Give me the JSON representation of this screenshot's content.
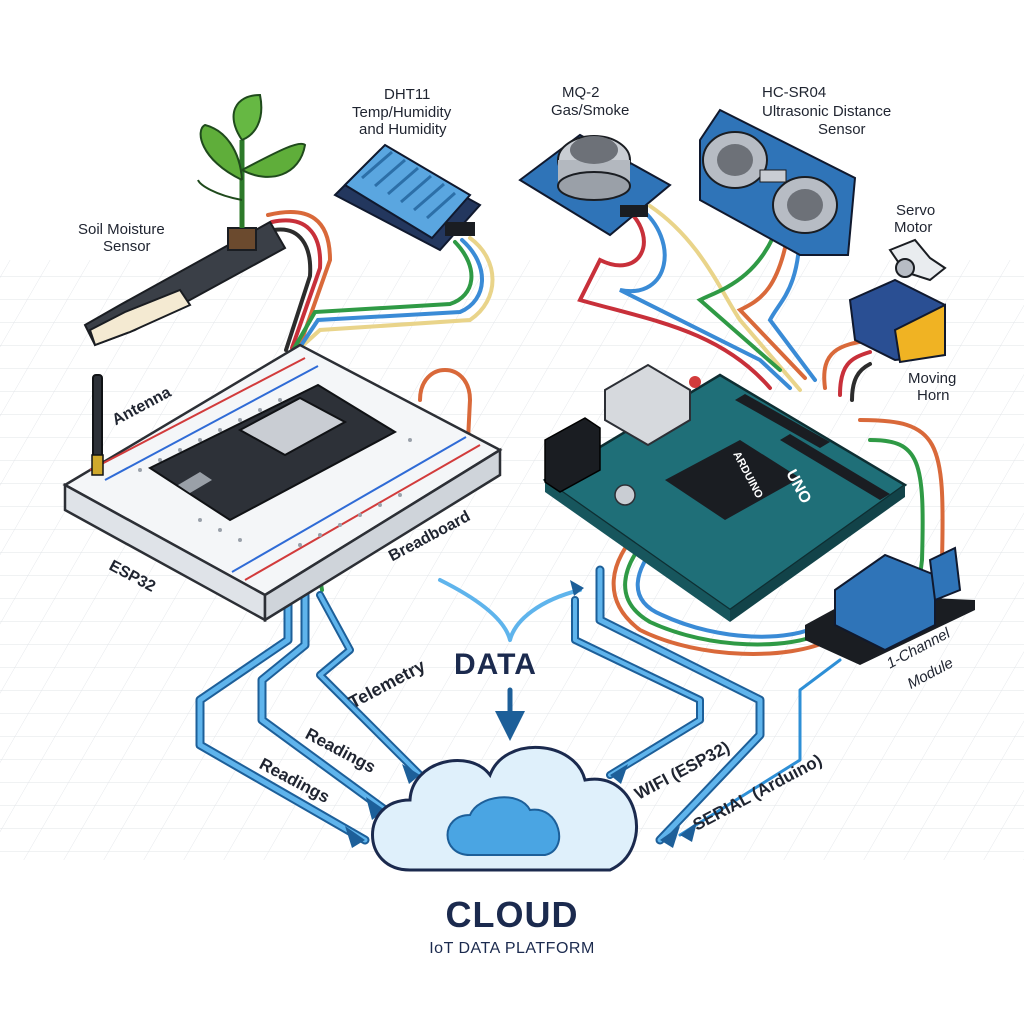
{
  "labels": {
    "dht11": "DHT11",
    "dht11_desc1": "Temp/Humidity",
    "dht11_desc2": "and Humidity",
    "mq2": "MQ-2",
    "mq2_desc": "Gas/Smoke",
    "hcsr04": "HC-SR04",
    "hcsr04_desc1": "Ultrasonic Distance",
    "hcsr04_desc2": "Sensor",
    "soil1": "Soil Moisture",
    "soil2": "Sensor",
    "servo1": "Servo",
    "servo2": "Motor",
    "horn1": "Moving",
    "horn2": "Horn",
    "antenna": "Antenna",
    "breadboard": "Breadboard",
    "esp32": "ESP32",
    "relay1": "1-Channel",
    "relay2": "Module",
    "telemetry": "Telemetry",
    "data": "DATA",
    "readings1": "Readings",
    "readings2": "Readings",
    "wifi": "WIFI (ESP32)",
    "serial": "SERIAL (Arduino)",
    "cloud": "CLOUD",
    "cloud_sub": "IoT DATA PLATFORM",
    "uno": "UNO",
    "arduino": "ARDUINO"
  },
  "colors": {
    "arrow_blue": "#2e8fd6",
    "board_teal": "#1f6f78",
    "sensor_blue": "#2f74b8",
    "cloud_fill": "#dff0fb",
    "dark_text": "#1b2a4e"
  }
}
